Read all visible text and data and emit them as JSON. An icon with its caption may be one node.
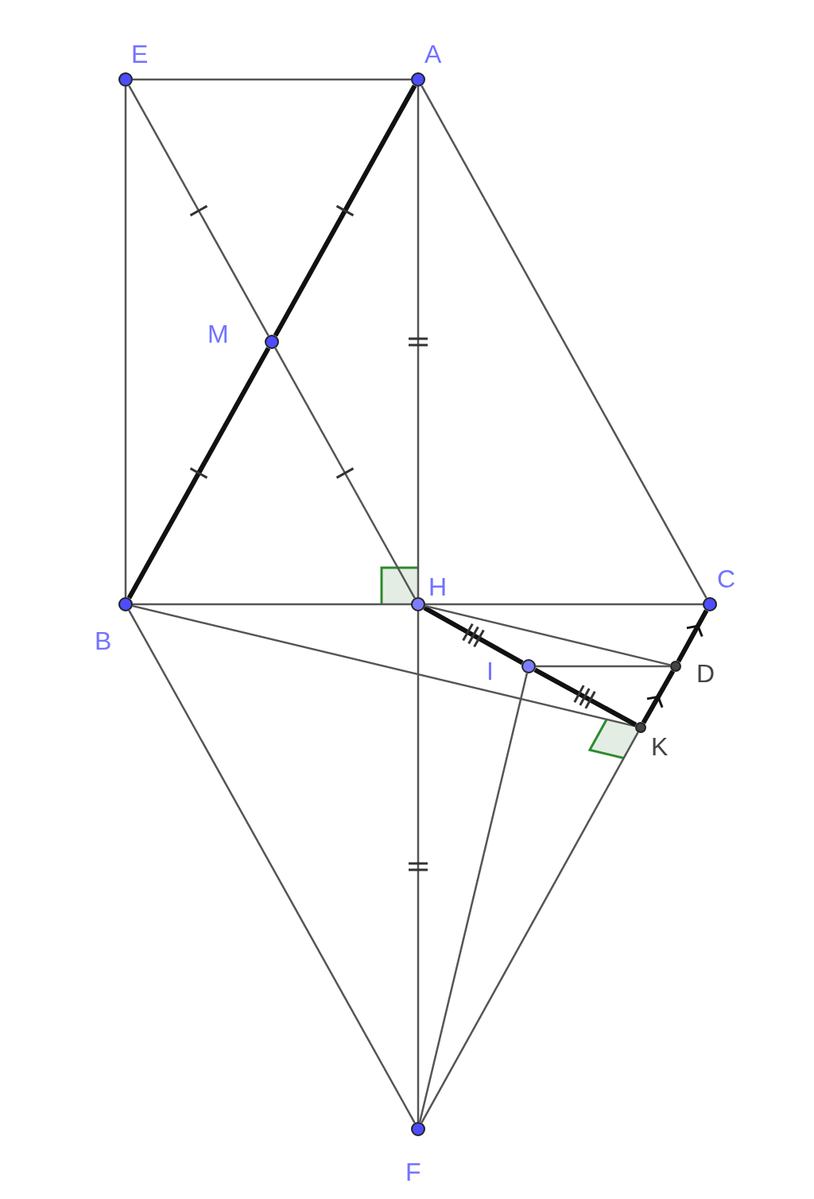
{
  "diagram": {
    "nodes": [
      {
        "text": [
          "E"
        ]
      },
      {
        "text": [
          "A"
        ]
      },
      {
        "text": [
          "M"
        ]
      },
      {
        "text": [
          "B"
        ]
      },
      {
        "text": [
          "H"
        ]
      },
      {
        "text": [
          "C"
        ]
      },
      {
        "text": [
          "I"
        ]
      },
      {
        "text": [
          "D"
        ]
      },
      {
        "text": [
          "K"
        ]
      },
      {
        "text": [
          "F"
        ]
      }
    ],
    "edges": [
      {
        "from": 0,
        "to": 1,
        "arrow": "none"
      },
      {
        "from": 0,
        "to": 3,
        "arrow": "none"
      },
      {
        "from": 0,
        "to": 2,
        "arrow": "none"
      },
      {
        "from": 2,
        "to": 4,
        "arrow": "none"
      },
      {
        "from": 1,
        "to": 2,
        "arrow": "none",
        "style": "thick"
      },
      {
        "from": 2,
        "to": 3,
        "arrow": "none",
        "style": "thick"
      },
      {
        "from": 1,
        "to": 4,
        "arrow": "none"
      },
      {
        "from": 4,
        "to": 9,
        "arrow": "none"
      },
      {
        "from": 1,
        "to": 5,
        "arrow": "none"
      },
      {
        "from": 3,
        "to": 4,
        "arrow": "none"
      },
      {
        "from": 4,
        "to": 5,
        "arrow": "none"
      },
      {
        "from": 3,
        "to": 8,
        "arrow": "none"
      },
      {
        "from": 3,
        "to": 9,
        "arrow": "none"
      },
      {
        "from": 4,
        "to": 6,
        "arrow": "none",
        "style": "thick"
      },
      {
        "from": 6,
        "to": 8,
        "arrow": "none",
        "style": "thick"
      },
      {
        "from": 4,
        "to": 7,
        "arrow": "none"
      },
      {
        "from": 6,
        "to": 7,
        "arrow": "none"
      },
      {
        "from": 8,
        "to": 7,
        "arrow": "to",
        "style": "thick"
      },
      {
        "from": 7,
        "to": 5,
        "arrow": "to",
        "style": "thick"
      },
      {
        "from": 6,
        "to": 9,
        "arrow": "none"
      },
      {
        "from": 8,
        "to": 9,
        "arrow": "none"
      }
    ]
  }
}
